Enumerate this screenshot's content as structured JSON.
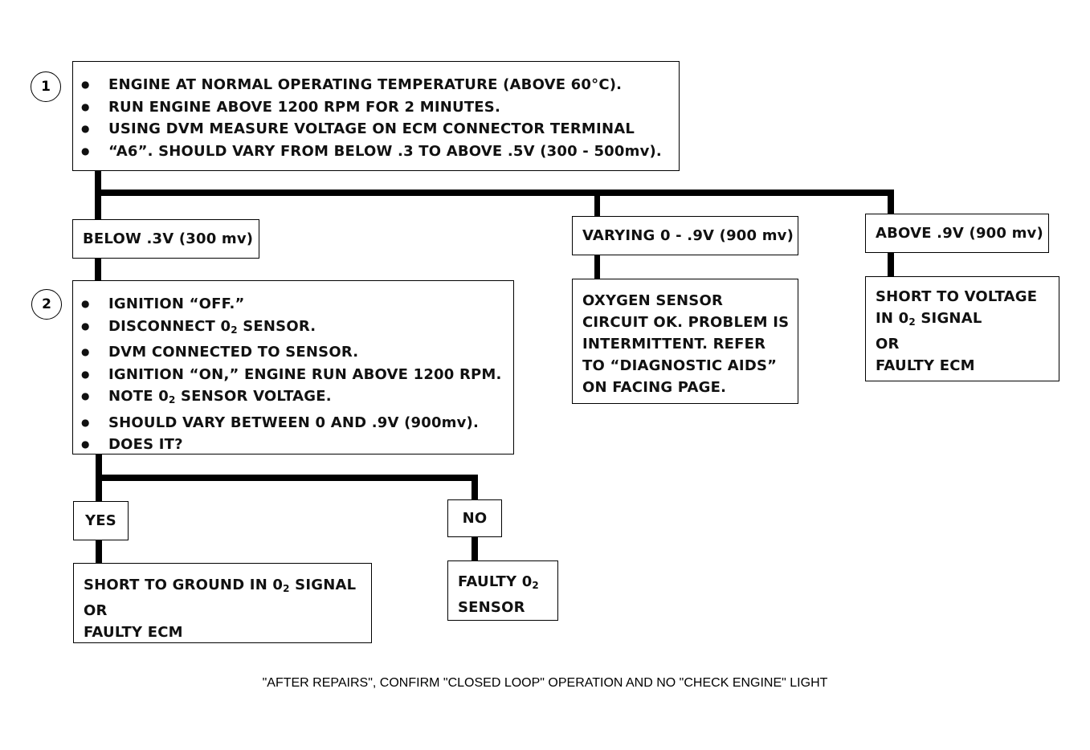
{
  "step1": {
    "number": "1",
    "items": [
      "ENGINE AT NORMAL OPERATING TEMPERATURE (ABOVE 60°C).",
      "RUN ENGINE ABOVE 1200 RPM FOR 2 MINUTES.",
      "USING DVM MEASURE VOLTAGE ON ECM CONNECTOR TERMINAL"
    ],
    "continuation": "“A6”.  SHOULD VARY FROM BELOW .3 TO ABOVE .5V (300 - 500mv)."
  },
  "branches": {
    "below": "BELOW .3V (300 mv)",
    "varying": "VARYING 0 - .9V (900 mv)",
    "above": "ABOVE .9V (900 mv)"
  },
  "varying_result": [
    "OXYGEN SENSOR",
    "CIRCUIT OK.  PROBLEM IS",
    "INTERMITTENT.  REFER",
    "TO “DIAGNOSTIC AIDS”",
    "ON FACING PAGE."
  ],
  "above_result": {
    "line1": "SHORT TO VOLTAGE",
    "line2_pre": "IN 0",
    "line2_sub": "2",
    "line2_post": " SIGNAL",
    "line3": "OR",
    "line4": "FAULTY ECM"
  },
  "step2": {
    "number": "2",
    "items": [
      {
        "pre": "IGNITION “OFF.”"
      },
      {
        "pre": "DISCONNECT 0",
        "sub": "2",
        "post": " SENSOR."
      },
      {
        "pre": "DVM CONNECTED TO SENSOR."
      },
      {
        "pre": "IGNITION “ON,” ENGINE RUN ABOVE 1200 RPM."
      },
      {
        "pre": "NOTE 0",
        "sub": "2",
        "post": " SENSOR VOLTAGE."
      },
      {
        "pre": "SHOULD VARY BETWEEN 0 AND .9V (900mv)."
      }
    ],
    "continuation": "DOES IT?"
  },
  "answers": {
    "yes": "YES",
    "no": "NO"
  },
  "yes_result": {
    "line1_pre": "SHORT TO GROUND IN 0",
    "line1_sub": "2",
    "line1_post": " SIGNAL",
    "line2": "OR",
    "line3": "FAULTY ECM"
  },
  "no_result": {
    "line1_pre": "FAULTY 0",
    "line1_sub": "2",
    "line2": "SENSOR"
  },
  "footer_note": "\"AFTER REPAIRS\", CONFIRM \"CLOSED LOOP\" OPERATION AND NO \"CHECK ENGINE\" LIGHT"
}
